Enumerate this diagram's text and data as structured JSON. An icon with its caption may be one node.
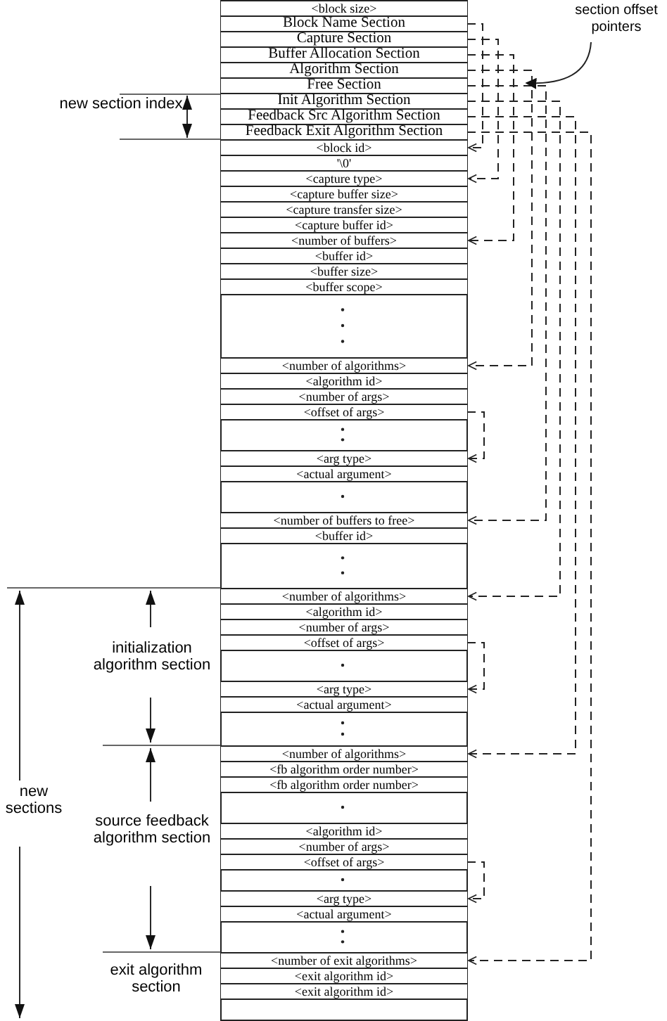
{
  "diagram": {
    "nodes": [
      {
        "text": [
          "<block size>"
        ]
      },
      {
        "text": [
          "Block Name Section"
        ]
      },
      {
        "text": [
          "Capture Section"
        ]
      },
      {
        "text": [
          "Buffer Allocation Section"
        ]
      },
      {
        "text": [
          "Algorithm Section"
        ]
      },
      {
        "text": [
          "Free Section"
        ]
      },
      {
        "text": [
          "Init Algorithm Section"
        ]
      },
      {
        "text": [
          "Feedback Src Algorithm Section"
        ]
      },
      {
        "text": [
          "Feedback Exit Algorithm Section"
        ]
      },
      {
        "text": [
          "<block id>"
        ]
      },
      {
        "text": [
          "'\\0'"
        ]
      },
      {
        "text": [
          "<capture type>"
        ]
      },
      {
        "text": [
          "<capture buffer size>"
        ]
      },
      {
        "text": [
          "<capture transfer size>"
        ]
      },
      {
        "text": [
          "<capture buffer id>"
        ]
      },
      {
        "text": [
          "<number of buffers>"
        ]
      },
      {
        "text": [
          "<buffer id>"
        ]
      },
      {
        "text": [
          "<buffer size>"
        ]
      },
      {
        "text": [
          "<buffer scope>"
        ]
      },
      {
        "text": [
          "<number of algorithms>"
        ]
      },
      {
        "text": [
          "<algorithm id>"
        ]
      },
      {
        "text": [
          "<number of args>"
        ]
      },
      {
        "text": [
          "<offset of args>"
        ]
      },
      {
        "text": [
          "<arg type>"
        ]
      },
      {
        "text": [
          "<actual argument>"
        ]
      },
      {
        "text": [
          "<number of buffers to free>"
        ]
      },
      {
        "text": [
          "<buffer id>"
        ]
      },
      {
        "text": [
          "<number of algorithms>"
        ]
      },
      {
        "text": [
          "<algorithm id>"
        ]
      },
      {
        "text": [
          "<number of args>"
        ]
      },
      {
        "text": [
          "<offset of args>"
        ]
      },
      {
        "text": [
          "<arg type>"
        ]
      },
      {
        "text": [
          "<actual argument>"
        ]
      },
      {
        "text": [
          "<number of algorithms>"
        ]
      },
      {
        "text": [
          "<fb algorithm order number>"
        ]
      },
      {
        "text": [
          "<fb algorithm order number>"
        ]
      },
      {
        "text": [
          "<algorithm id>"
        ]
      },
      {
        "text": [
          "<number of args>"
        ]
      },
      {
        "text": [
          "<offset of args>"
        ]
      },
      {
        "text": [
          "<arg type>"
        ]
      },
      {
        "text": [
          "<actual argument>"
        ]
      },
      {
        "text": [
          "<number of exit algorithms>"
        ]
      },
      {
        "text": [
          "<exit algorithm id>"
        ]
      },
      {
        "text": [
          "<exit algorithm id>"
        ]
      },
      {
        "text": [
          "section offset pointers"
        ]
      }
    ],
    "edges": [
      {
        "from": 1,
        "to": 9,
        "arrow": "to",
        "style": "dashed"
      },
      {
        "from": 2,
        "to": 11,
        "arrow": "to",
        "style": "dashed"
      },
      {
        "from": 3,
        "to": 15,
        "arrow": "to",
        "style": "dashed"
      },
      {
        "from": 4,
        "to": 19,
        "arrow": "to",
        "style": "dashed"
      },
      {
        "from": 5,
        "to": 25,
        "arrow": "to",
        "style": "dashed"
      },
      {
        "from": 6,
        "to": 27,
        "arrow": "to",
        "style": "dashed"
      },
      {
        "from": 7,
        "to": 33,
        "arrow": "to",
        "style": "dashed"
      },
      {
        "from": 8,
        "to": 41,
        "arrow": "to",
        "style": "dashed"
      },
      {
        "from": 22,
        "to": 23,
        "arrow": "to",
        "style": "dashed"
      },
      {
        "from": 30,
        "to": 31,
        "arrow": "to",
        "style": "dashed"
      },
      {
        "from": 38,
        "to": 39,
        "arrow": "to",
        "style": "dashed"
      },
      {
        "from": 44,
        "to": null,
        "arrow": "to"
      }
    ],
    "labels": [
      "new section index",
      "initialization algorithm section",
      "new sections",
      "source feedback algorithm section",
      "exit algorithm section"
    ]
  }
}
